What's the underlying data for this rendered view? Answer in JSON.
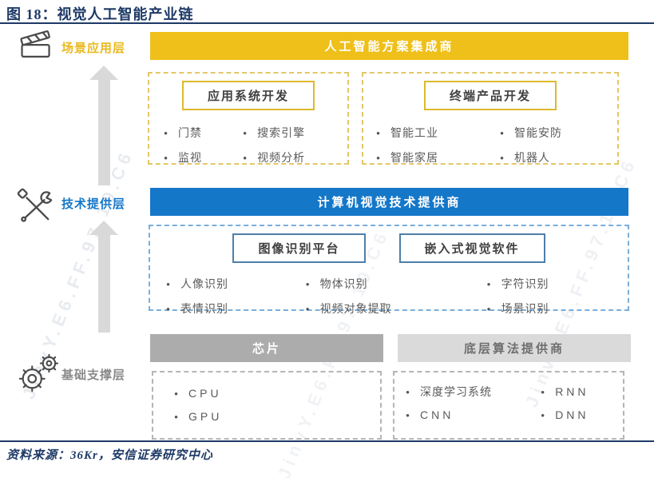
{
  "title": "图 18：视觉人工智能产业链",
  "source": "资料来源：36Kr，安信证券研究中心",
  "watermark": "JinvY.E6.FF.97.19.C6",
  "colors": {
    "navy": "#1E3A67",
    "yellow": "#EFC01A",
    "blue": "#1577C8",
    "gray_banner": "#ACACAC",
    "light_gray_banner": "#DADADA",
    "arrow_gray": "#D9D9D9"
  },
  "layers": {
    "application": {
      "label": "场景应用层",
      "banner": "人工智能方案集成商",
      "system_dev": {
        "heading": "应用系统开发",
        "items": [
          "门禁",
          "监视",
          "搜索引擎",
          "视频分析"
        ]
      },
      "product_dev": {
        "heading": "终端产品开发",
        "items": [
          "智能工业",
          "智能家居",
          "智能安防",
          "机器人"
        ]
      }
    },
    "technology": {
      "label": "技术提供层",
      "banner": "计算机视觉技术提供商",
      "platforms": [
        "图像识别平台",
        "嵌入式视觉软件"
      ],
      "items": [
        "人像识别",
        "表情识别",
        "物体识别",
        "视频对象提取",
        "字符识别",
        "场景识别"
      ]
    },
    "foundation": {
      "label": "基础支撑层",
      "chips": {
        "banner": "芯片",
        "items": [
          "CPU",
          "GPU"
        ]
      },
      "algorithms": {
        "banner": "底层算法提供商",
        "items": [
          "深度学习系统",
          "CNN",
          "RNN",
          "DNN"
        ]
      }
    }
  }
}
